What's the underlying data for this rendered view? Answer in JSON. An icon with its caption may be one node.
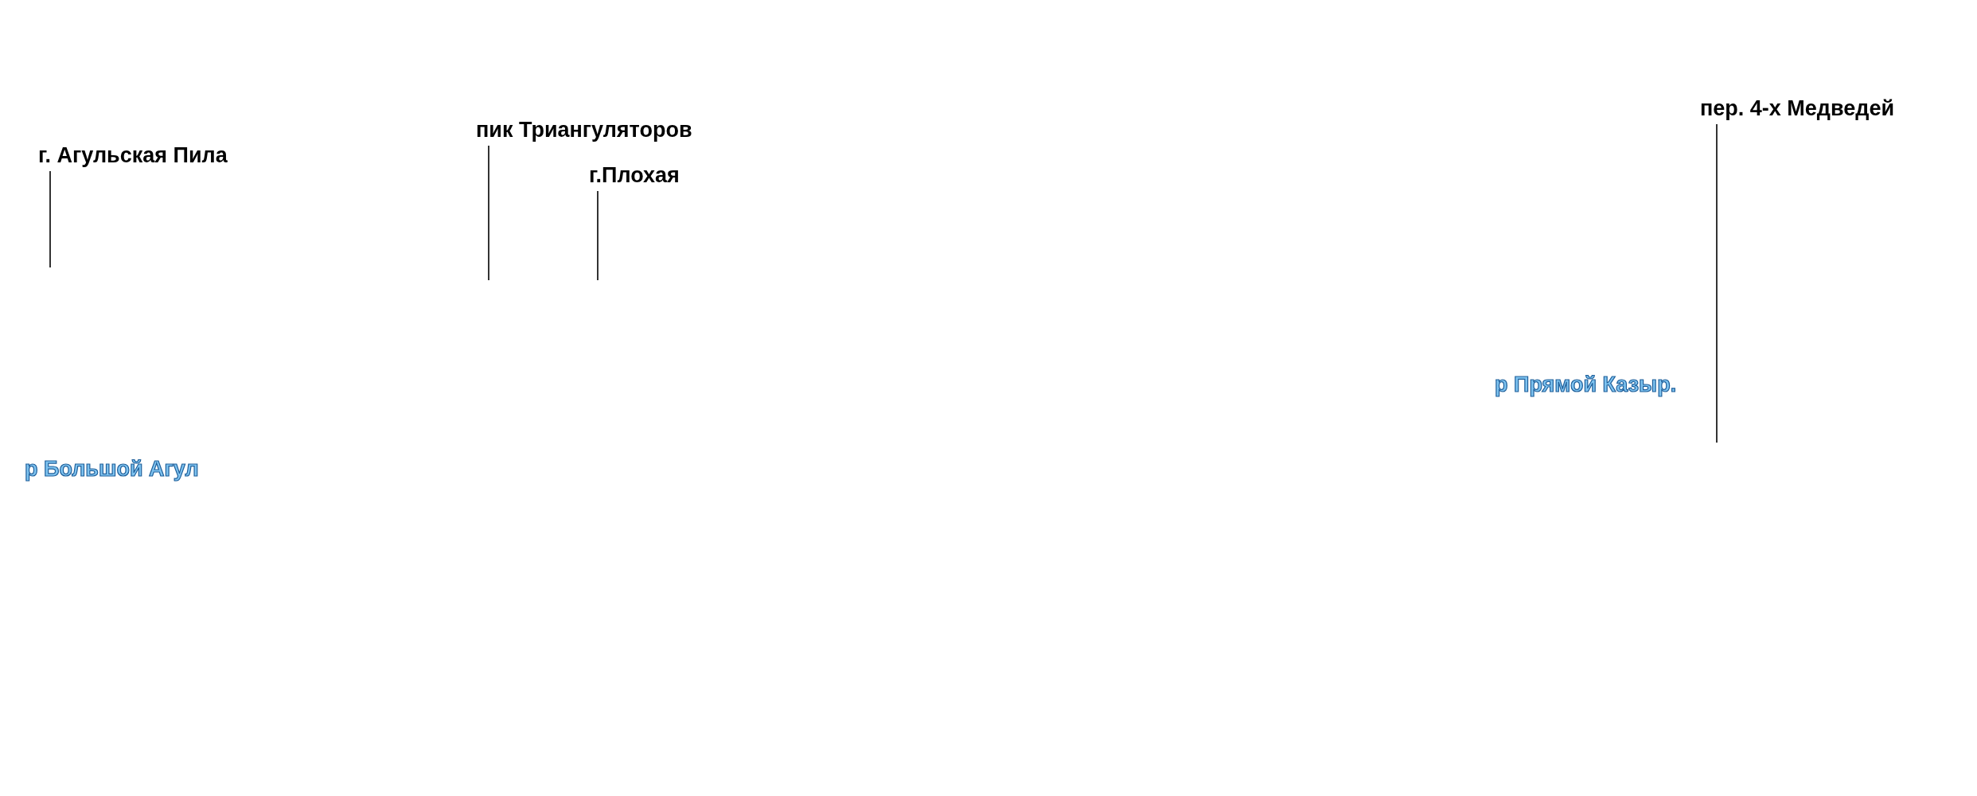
{
  "diagram": {
    "nodes": [
      {
        "text": [
          "г. Агульская Пила"
        ]
      },
      {
        "text": [
          "пик Триангуляторов"
        ]
      },
      {
        "text": [
          "г.Плохая"
        ]
      },
      {
        "text": [
          "пер. 4-х Медведей"
        ]
      }
    ],
    "edges": [
      {
        "from": 0,
        "to": null,
        "arrow": "none"
      },
      {
        "from": 1,
        "to": null,
        "arrow": "none"
      },
      {
        "from": 2,
        "to": null,
        "arrow": "none"
      },
      {
        "from": 3,
        "to": null,
        "arrow": "none"
      }
    ],
    "labels": [
      "р Прямой Казыр.",
      "р Большой Агул"
    ]
  }
}
